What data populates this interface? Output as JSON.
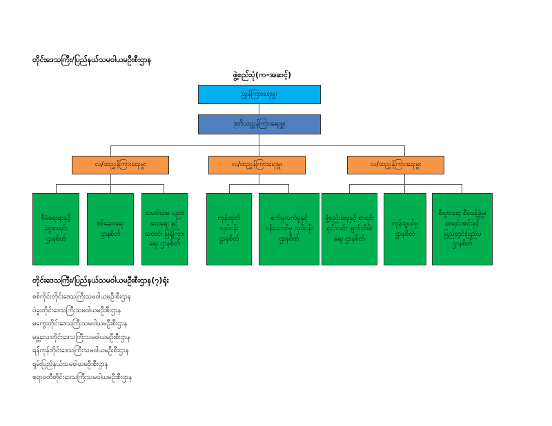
{
  "title": "တိုင်းဒေသကြီး/ပြည်နယ်သမဝါယမဦးစီးဌာန",
  "chart_header": "ဖွဲ့စည်းပုံ(က-အဆင့်)",
  "nodes": {
    "director": "ညွှန်ကြားရေးမှူး",
    "deputy_director": "ဒုတိယညွှန်ကြားရေးမှူး",
    "assistant_directors": [
      "လ/ထညွှန်ကြားရေးမှူး",
      "လ/ထညွှန်ကြားရေးမှူး",
      "လ/ထညွှန်ကြားရေးမှူး"
    ],
    "sections": [
      "စီမံရေးရာနှင့် ငွေစာရင်း ဌာနစိတ်",
      "စစ်ဆေးရေး ဌာနစိတ်",
      "သမဝါယမ ပညာပေးရေး နှင့်သတင်း ပြန့်ကြားရေး ဌာနစိတ်",
      "ကုန်ထုတ် လုပ်ငန်း ဌာနစိတ်",
      "စက်မှုလက်မှုနှင့် ဝန်ဆောင်မှု လုပ်ငန်းဌာနစိတ်",
      "ဖွဲ့စည်းရေးနှင့် စာရင်းရှင်းလင်း ဖျက်သိမ်းရေး ဌာနစိတ်",
      "ကုန်သွယ်မှု ဌာနစိတ်",
      "စီးပွားရေး စီမံခန့်ခွဲမှု၊ စာရင်းအင်းနှင့် ပြည်တွင်းပြည်ပ ဌာနစိတ်"
    ]
  },
  "list_title": "တိုင်းဒေသကြီး/ပြည်နယ်သမဝါယမဦးစီးဌာန(၇)ရုံး",
  "offices": [
    "စစ်ကိုင်းတိုင်းဒေသကြီးသမဝါယမဦးစီးဌာန",
    "ပဲခူးတိုင်းဒေသကြီးသမဝါယမဦးစီးဌာန",
    "မကွေးတိုင်းဒေသကြီးသမဝါယမဦးစီးဌာန",
    "မန္တလေးတိုင်းဒေသကြီးသမဝါယမဦးစီးဌာန",
    "ရန်ကုန်တိုင်းဒေသကြီးသမဝါယမဦးစီးဌာန",
    "ရှမ်းပြည်နယ်သမဝါယမဦးစီးဌာန",
    "ဧရာဝတီတိုင်းဒေသကြီးသမဝါယမဦးစီးဌာန"
  ],
  "colors": {
    "director": "#00b0f0",
    "deputy_director": "#4f7fbf",
    "assistant_director": "#f79646",
    "section": "#00b050"
  }
}
